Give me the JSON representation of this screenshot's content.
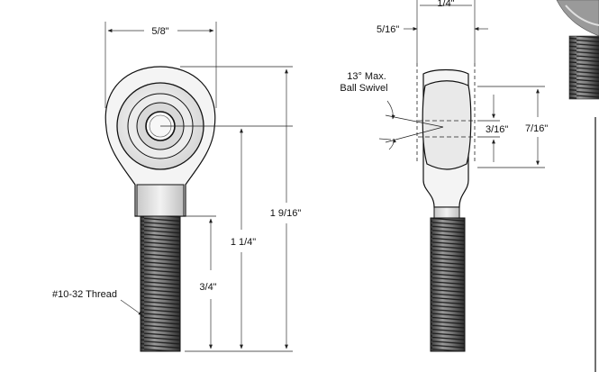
{
  "front_view": {
    "width_label": "5/8\"",
    "overall_length_label": "1 9/16\"",
    "center_to_end_label": "1 1/4\"",
    "thread_length_label": "3/4\"",
    "thread_label": "#10-32 Thread"
  },
  "side_view": {
    "top_partial_label": "1/4\"",
    "body_width_label": "5/16\"",
    "swivel_label_line1": "13° Max.",
    "swivel_label_line2": "Ball Swivel",
    "bore_label": "3/16\"",
    "ball_width_label": "7/16\""
  },
  "colors": {
    "line": "#111111",
    "thread_fill": "#8a8a8a",
    "thread_dark": "#3a3a3a",
    "housing_fill": "#f4f4f4",
    "ball_fill": "#e6e6e6"
  },
  "thumbnail": {
    "icon": "rod-end-photo-icon"
  }
}
